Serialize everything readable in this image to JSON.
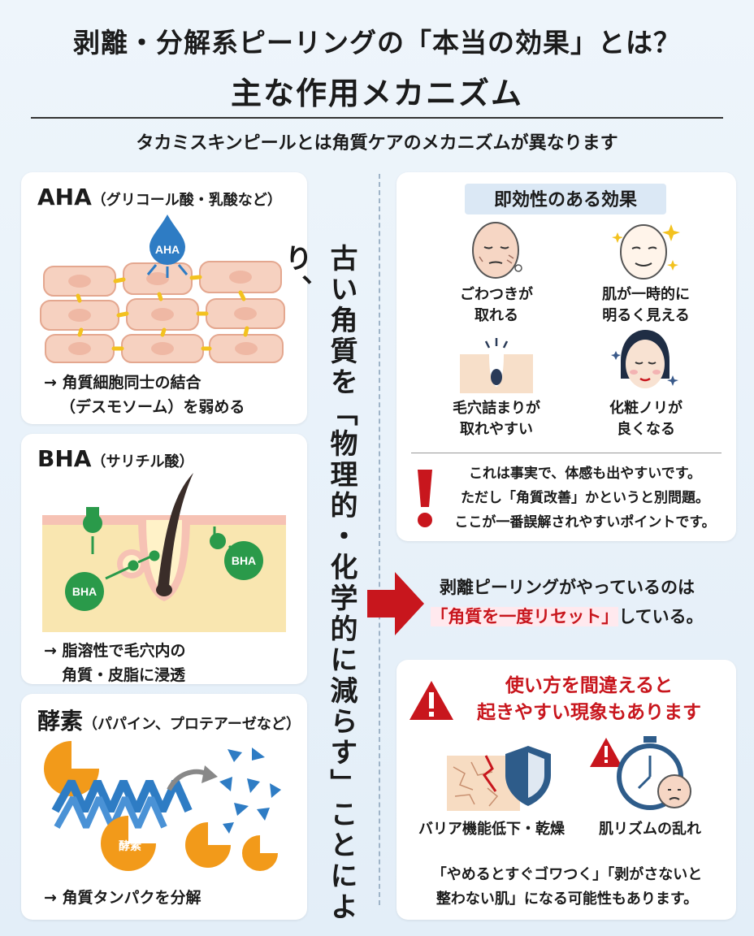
{
  "header": {
    "title_line1": "剥離・分解系ピーリングの「本当の効果」とは？",
    "title_line2": "主な作用メカニズム",
    "subtitle": "タカミスキンピールとは角質ケアのメカニズムが異なります"
  },
  "left": {
    "aha": {
      "name": "AHA",
      "examples": "（グリコール酸・乳酸など）",
      "drop_label": "AHA",
      "note_line1": "→ 角質細胞同士の結合",
      "note_line2": "（デスモソーム）を弱める"
    },
    "bha": {
      "name": "BHA",
      "examples": "（サリチル酸）",
      "bubble_left": "BHA",
      "bubble_right": "BHA",
      "note_line1": "→ 脂溶性で毛穴内の",
      "note_line2": "角質・皮脂に浸透"
    },
    "enzyme": {
      "name": "酵素",
      "examples": "（パパイン、プロテアーゼなど）",
      "pac_label": "酵素",
      "note": "→ 角質タンパクを分解"
    }
  },
  "center": {
    "vertical_text": "古い角質を「物理的・化学的に減らす」ことにより、"
  },
  "right": {
    "immediate": {
      "badge": "即効性のある効果",
      "effects": [
        {
          "line1": "ごわつきが",
          "line2": "取れる",
          "icon": "rough-face-icon"
        },
        {
          "line1": "肌が一時的に",
          "line2": "明るく見える",
          "icon": "bright-face-icon"
        },
        {
          "line1": "毛穴詰まりが",
          "line2": "取れやすい",
          "icon": "pore-icon"
        },
        {
          "line1": "化粧ノリが",
          "line2": "良くなる",
          "icon": "makeup-face-icon"
        }
      ],
      "warn_line1": "これは事実で、体感も出やすいです。",
      "warn_line2a": "ただし「",
      "warn_line2b": "角質改善",
      "warn_line2c": "」かというと別問題。",
      "warn_line3": "ここが一番誤解されやすいポイントです。"
    },
    "middle": {
      "line1": "剥離ピーリングがやっているのは",
      "line2_red": "「角質を一度リセット」",
      "line2_rest": "している。"
    },
    "caution": {
      "title_line1": "使い方を間違えると",
      "title_line2": "起きやすい現象もあります",
      "item1": "バリア機能低下・乾燥",
      "item2": "肌リズムの乱れ",
      "bottom_line1": "「やめるとすぐゴワつく」「剥がさないと",
      "bottom_line2": "整わない肌」になる可能性もあります。"
    }
  },
  "colors": {
    "red": "#c8161d",
    "skin": "#f6d1c0",
    "bond": "#f3c21f",
    "green": "#2a9a4a",
    "blue": "#2e7cc4",
    "orange": "#f29a1a"
  }
}
